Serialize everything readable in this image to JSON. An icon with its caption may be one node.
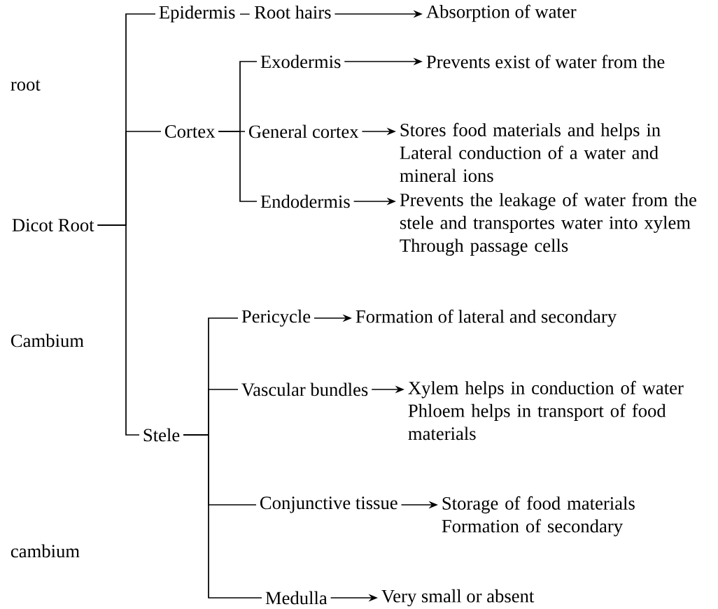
{
  "diagram": {
    "nodes": [
      {
        "text": [
          "Dicot Root"
        ]
      },
      {
        "text": [
          "Epidermis – Root hairs"
        ]
      },
      {
        "text": [
          "Absorption of water"
        ]
      },
      {
        "text": [
          "Cortex"
        ]
      },
      {
        "text": [
          "Exodermis"
        ]
      },
      {
        "text": [
          "Prevents exist of water from the"
        ]
      },
      {
        "text": [
          "General cortex"
        ]
      },
      {
        "text": [
          "Stores food materials and helps in Lateral conduction of a water and mineral ions"
        ]
      },
      {
        "text": [
          "Endodermis"
        ]
      },
      {
        "text": [
          "Prevents the leakage of water from the stele and transportes water into xylem Through passage cells"
        ]
      },
      {
        "text": [
          "Stele"
        ]
      },
      {
        "text": [
          "Pericycle"
        ]
      },
      {
        "text": [
          "Formation of lateral and secondary"
        ]
      },
      {
        "text": [
          "Vascular bundles"
        ]
      },
      {
        "text": [
          "Xylem helps in conduction of water Phloem helps in transport of food materials"
        ]
      },
      {
        "text": [
          "Conjunctive tissue"
        ]
      },
      {
        "text": [
          "Storage of food materials Formation of secondary"
        ]
      },
      {
        "text": [
          "Medulla"
        ]
      },
      {
        "text": [
          "Very small or absent"
        ]
      }
    ],
    "edges": [
      {
        "from": 0,
        "to": 1,
        "arrow": "none"
      },
      {
        "from": 0,
        "to": 3,
        "arrow": "none"
      },
      {
        "from": 0,
        "to": 10,
        "arrow": "none"
      },
      {
        "from": 1,
        "to": 2,
        "arrow": "to"
      },
      {
        "from": 3,
        "to": 4,
        "arrow": "none"
      },
      {
        "from": 3,
        "to": 6,
        "arrow": "none"
      },
      {
        "from": 3,
        "to": 8,
        "arrow": "none"
      },
      {
        "from": 4,
        "to": 5,
        "arrow": "to"
      },
      {
        "from": 6,
        "to": 7,
        "arrow": "to"
      },
      {
        "from": 8,
        "to": 9,
        "arrow": "to"
      },
      {
        "from": 10,
        "to": 11,
        "arrow": "none"
      },
      {
        "from": 10,
        "to": 13,
        "arrow": "none"
      },
      {
        "from": 10,
        "to": 15,
        "arrow": "none"
      },
      {
        "from": 10,
        "to": 17,
        "arrow": "none"
      },
      {
        "from": 11,
        "to": 12,
        "arrow": "to"
      },
      {
        "from": 13,
        "to": 14,
        "arrow": "to"
      },
      {
        "from": 15,
        "to": 16,
        "arrow": "to"
      },
      {
        "from": 17,
        "to": 18,
        "arrow": "to"
      }
    ],
    "labels": [
      "root",
      "Cambium",
      "cambium"
    ]
  }
}
